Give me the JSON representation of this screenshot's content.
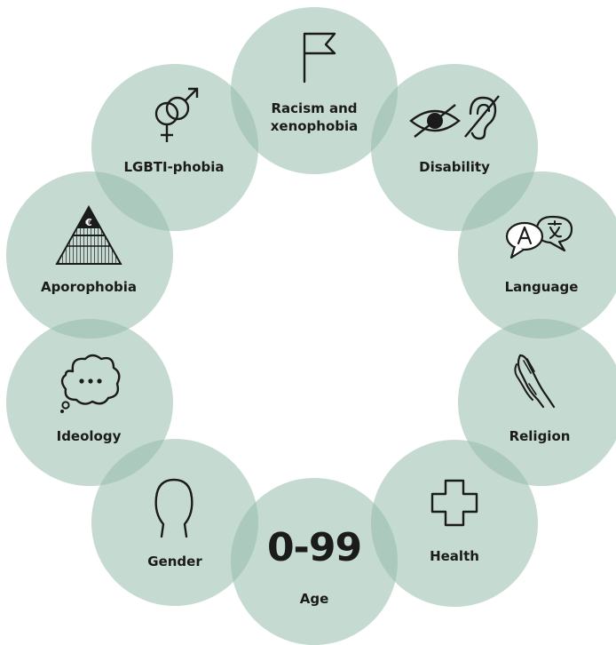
{
  "diagram": {
    "fill_color": "#95bbab",
    "categories": [
      {
        "id": "racism",
        "label_line1": "Racism and",
        "label_line2": "xenophobia",
        "icon": "flag-icon"
      },
      {
        "id": "disability",
        "label": "Disability",
        "icon": "eye-crossed-and-ear-crossed-icon"
      },
      {
        "id": "language",
        "label": "Language",
        "icon": "speech-bubbles-translate-icon"
      },
      {
        "id": "religion",
        "label": "Religion",
        "icon": "praying-hands-icon"
      },
      {
        "id": "health",
        "label": "Health",
        "icon": "cross-icon"
      },
      {
        "id": "age",
        "label": "Age",
        "value": "0-99"
      },
      {
        "id": "gender",
        "label": "Gender",
        "icon": "head-silhouette-icon"
      },
      {
        "id": "ideology",
        "label": "Ideology",
        "icon": "thought-bubble-icon"
      },
      {
        "id": "aporophobia",
        "label": "Aporophobia",
        "icon": "euro-pyramid-icon"
      },
      {
        "id": "lgbti",
        "label": "LGBTI-phobia",
        "icon": "gender-symbols-icon"
      }
    ]
  }
}
